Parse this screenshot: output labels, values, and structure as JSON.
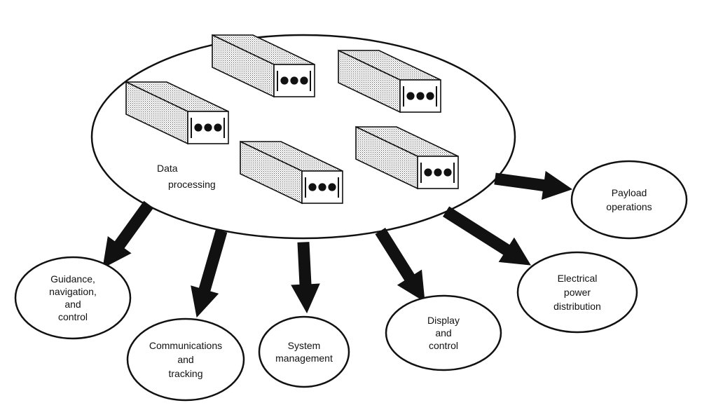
{
  "diagram": {
    "center_node": {
      "label_lines": [
        "Data",
        "processing"
      ]
    },
    "nodes": [
      {
        "id": "gnc",
        "label_lines": [
          "Guidance,",
          "navigation,",
          "and",
          "control"
        ]
      },
      {
        "id": "comm",
        "label_lines": [
          "Communications",
          "and",
          "tracking"
        ]
      },
      {
        "id": "sysmgmt",
        "label_lines": [
          "System",
          "management"
        ]
      },
      {
        "id": "display",
        "label_lines": [
          "Display",
          "and",
          "control"
        ]
      },
      {
        "id": "power",
        "label_lines": [
          "Electrical",
          "power",
          "distribution"
        ]
      },
      {
        "id": "payload",
        "label_lines": [
          "Payload",
          "operations"
        ]
      }
    ],
    "computer_units": 5,
    "colors": {
      "stroke": "#111111",
      "background": "#ffffff",
      "stipple": "#bbbbbb"
    }
  }
}
